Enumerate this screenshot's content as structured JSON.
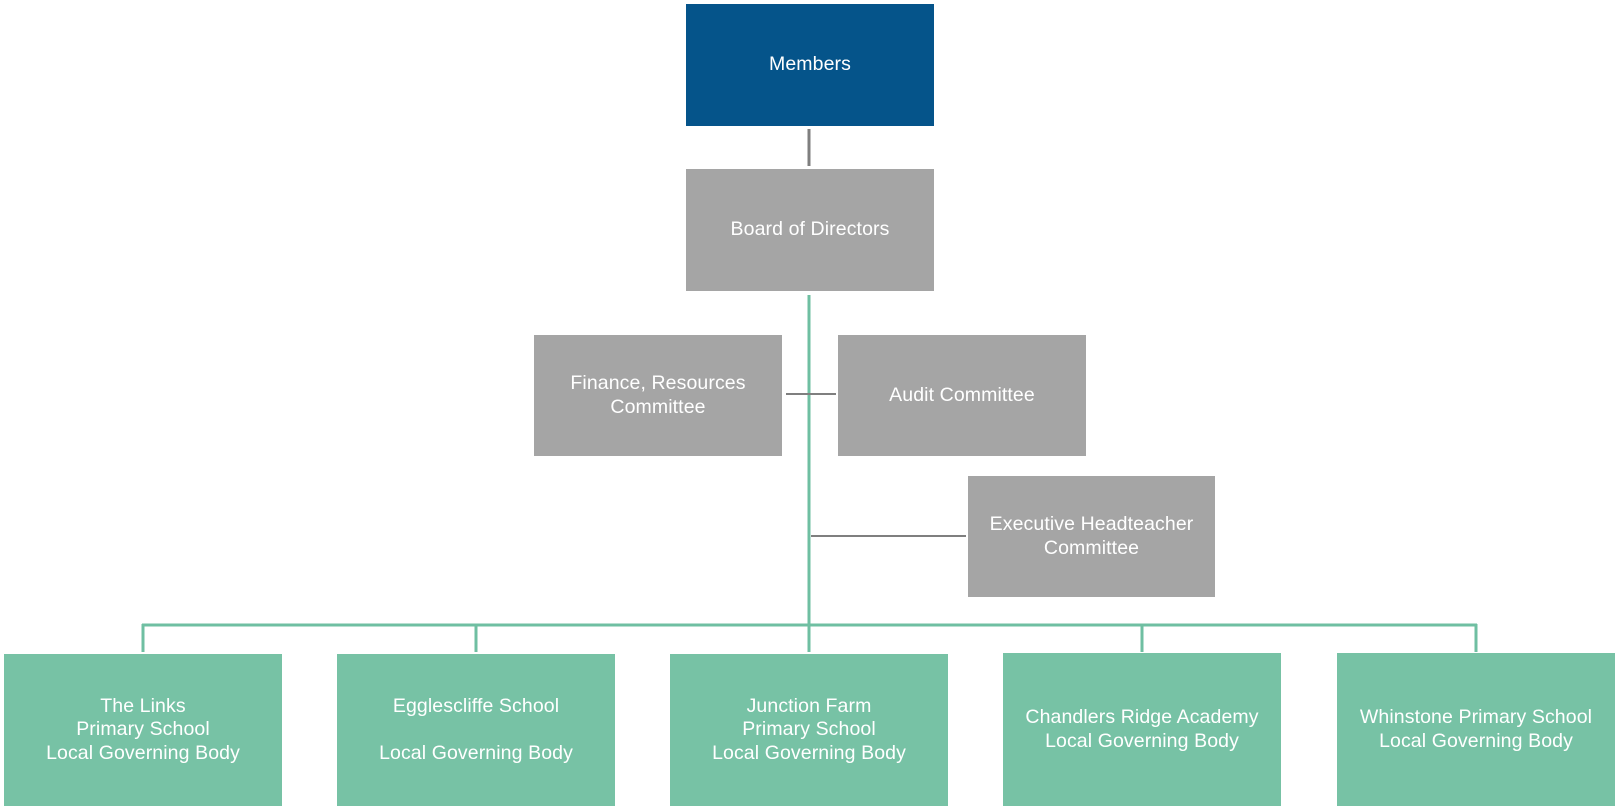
{
  "colors": {
    "top": "#05548a",
    "committee": "#a5a5a5",
    "school": "#77c2a5",
    "connector_grey": "#7f7f7f",
    "connector_green": "#6fbfa2",
    "text": "#ffffff"
  },
  "members": {
    "line1": "Members"
  },
  "board": {
    "line1": "Board of Directors"
  },
  "committees": {
    "finance": {
      "line1": "Finance, Resources",
      "line2": "Committee"
    },
    "audit": {
      "line1": "Audit Committee"
    },
    "executive": {
      "line1": "Executive Headteacher",
      "line2": "Committee"
    }
  },
  "schools": {
    "links": {
      "line1": "The Links",
      "line2": "Primary School",
      "line3": "Local Governing Body"
    },
    "egglescliffe": {
      "line1": "Egglescliffe School",
      "line2": "",
      "line3": "Local Governing Body"
    },
    "junction": {
      "line1": "Junction Farm",
      "line2": "Primary School",
      "line3": "Local Governing Body"
    },
    "chandlers": {
      "line1": "Chandlers Ridge Academy",
      "line2": "Local Governing Body"
    },
    "whinstone": {
      "line1": "Whinstone Primary School",
      "line2": "Local Governing Body"
    }
  }
}
